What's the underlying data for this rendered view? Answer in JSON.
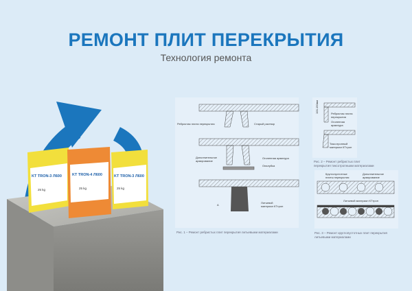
{
  "header": {
    "title": "РЕМОНТ ПЛИТ ПЕРЕКРЫТИЯ",
    "subtitle": "Технология ремонта"
  },
  "products": [
    {
      "name": "KT TRON-3 Л600",
      "type": "ремонтная смесь",
      "weight": "25 kg",
      "color": "#f2df3c"
    },
    {
      "name": "KT TRON-4 Л600",
      "type": "ремонтная смесь",
      "weight": "25 kg",
      "color": "#ee8a35"
    },
    {
      "name": "KT TRON-3 Л600",
      "type": "ремонтная смесь",
      "weight": "25 kg",
      "color": "#f2df3c"
    }
  ],
  "figures": {
    "fig1": {
      "labels": {
        "ribbed_slab": "Ребристая плита перекрытия",
        "old_mortar": "Старый раствор",
        "extra_reinf": "Дополнительное армирование",
        "exposed_reinf": "Оголенная арматура",
        "formwork": "Опалубка",
        "a": "А",
        "cast_material": "Литьевой материал КТтрон"
      },
      "caption": "Рис. 1 – Ремонт ребристых плит перекрытия литьевыми материалами"
    },
    "fig2": {
      "labels": {
        "dim": "100-150мм",
        "ribbed_slab": "Ребристая плита перекрытия",
        "exposed_reinf": "Оголенная арматура",
        "thixo_material": "Тиксотропный материал КТтрон"
      },
      "caption": "Рис. 2 – Ремонт ребристых плит перекрытия тиксотропными материалами"
    },
    "fig3": {
      "labels": {
        "hollow_slab": "Круглопустотные плиты перекрытия",
        "extra_reinf": "Дополнительное армирование",
        "cast_material": "Литьевой материал КТтрон"
      },
      "caption": "Рис. 3 – Ремонт круглопустотных плит перекрытия литьевыми материалами"
    }
  },
  "colors": {
    "accent": "#1b76bd",
    "background": "#dcebf7"
  }
}
